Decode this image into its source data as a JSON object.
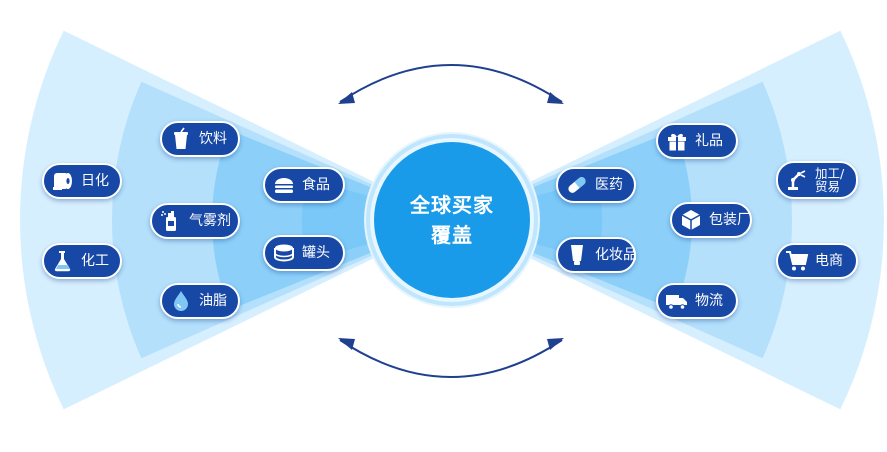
{
  "center": {
    "line1": "全球买家",
    "line2": "覆盖"
  },
  "left_items": [
    {
      "label": "日化",
      "icon": "tissue-roll-icon"
    },
    {
      "label": "化工",
      "icon": "flask-icon"
    },
    {
      "label": "饮料",
      "icon": "drink-cup-icon"
    },
    {
      "label": "气雾剂",
      "icon": "spray-can-icon"
    },
    {
      "label": "油脂",
      "icon": "oil-drop-icon"
    },
    {
      "label": "食品",
      "icon": "burger-icon"
    },
    {
      "label": "罐头",
      "icon": "can-icon"
    }
  ],
  "right_items": [
    {
      "label": "医药",
      "icon": "pill-capsule-icon"
    },
    {
      "label": "化妆品",
      "icon": "cosmetic-tube-icon"
    },
    {
      "label": "礼品",
      "icon": "gift-icon"
    },
    {
      "label": "包装厂",
      "icon": "package-box-icon"
    },
    {
      "label": "物流",
      "icon": "truck-icon"
    },
    {
      "label": "加工/\n贸易",
      "icon": "robot-arm-icon"
    },
    {
      "label": "电商",
      "icon": "shopping-cart-icon"
    }
  ],
  "colors": {
    "pill": "#1748a6",
    "center": "#1a9bea",
    "arc_light": "#d6efff",
    "arc_mid": "#a8dbfb",
    "arc_dark": "#6cc3f7",
    "arrow": "#1f3f8f"
  }
}
